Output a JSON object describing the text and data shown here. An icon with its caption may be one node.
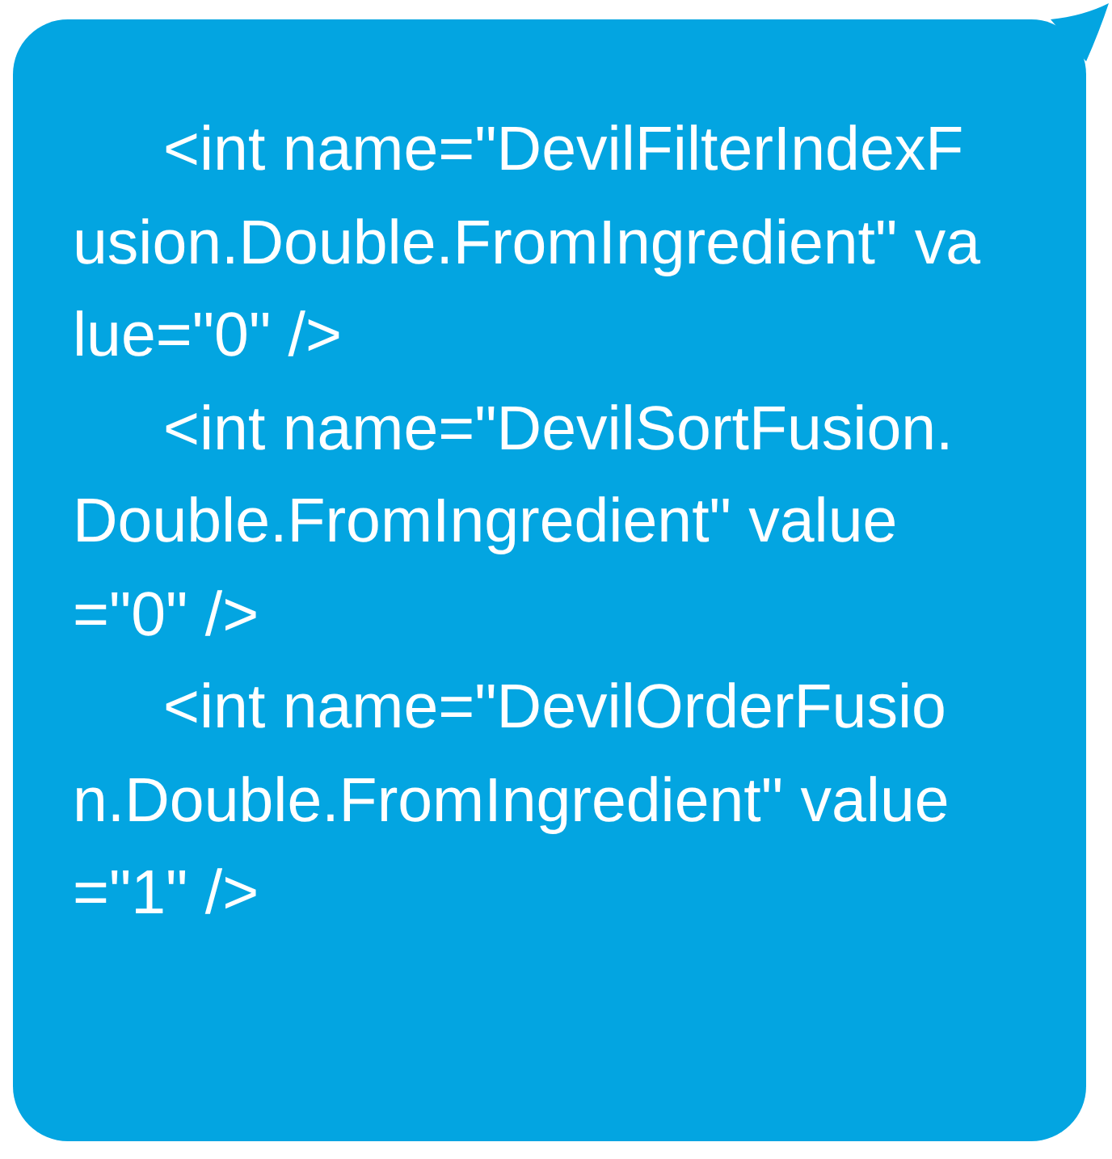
{
  "diagram": {
    "nodes": [
      {
        "text": [
          "<int name=\"DevilFilterIndexFusion.Double.FromIngredient\" value=\"0\" />",
          "<int name=\"DevilSortFusion.Double.FromIngredient\" value=\"0\" />",
          "<int name=\"DevilOrderFusion.Double.FromIngredient\" value=\"1\" />"
        ]
      }
    ]
  }
}
